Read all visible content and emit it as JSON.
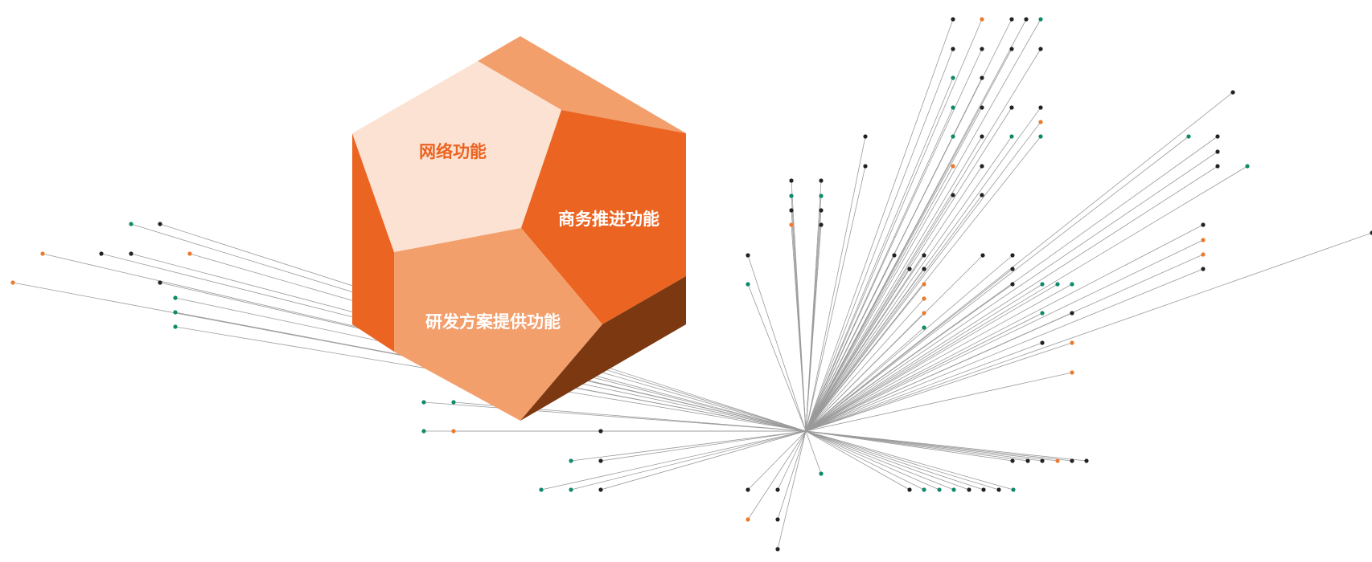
{
  "labels": {
    "network": "网络功能",
    "business": "商务推进功能",
    "rnd": "研发方案提供功能"
  },
  "colors": {
    "face_light": "#fce2d3",
    "face_mid": "#f39f6c",
    "face_dark": "#eb6421",
    "face_brown": "#7c3810",
    "line": "#9a9a9a",
    "dot_black": "#222222",
    "dot_orange": "#eb7a2c",
    "dot_green": "#0e8a6a",
    "label_on_light": "#eb6421",
    "label_on_dark": "#ffffff"
  }
}
